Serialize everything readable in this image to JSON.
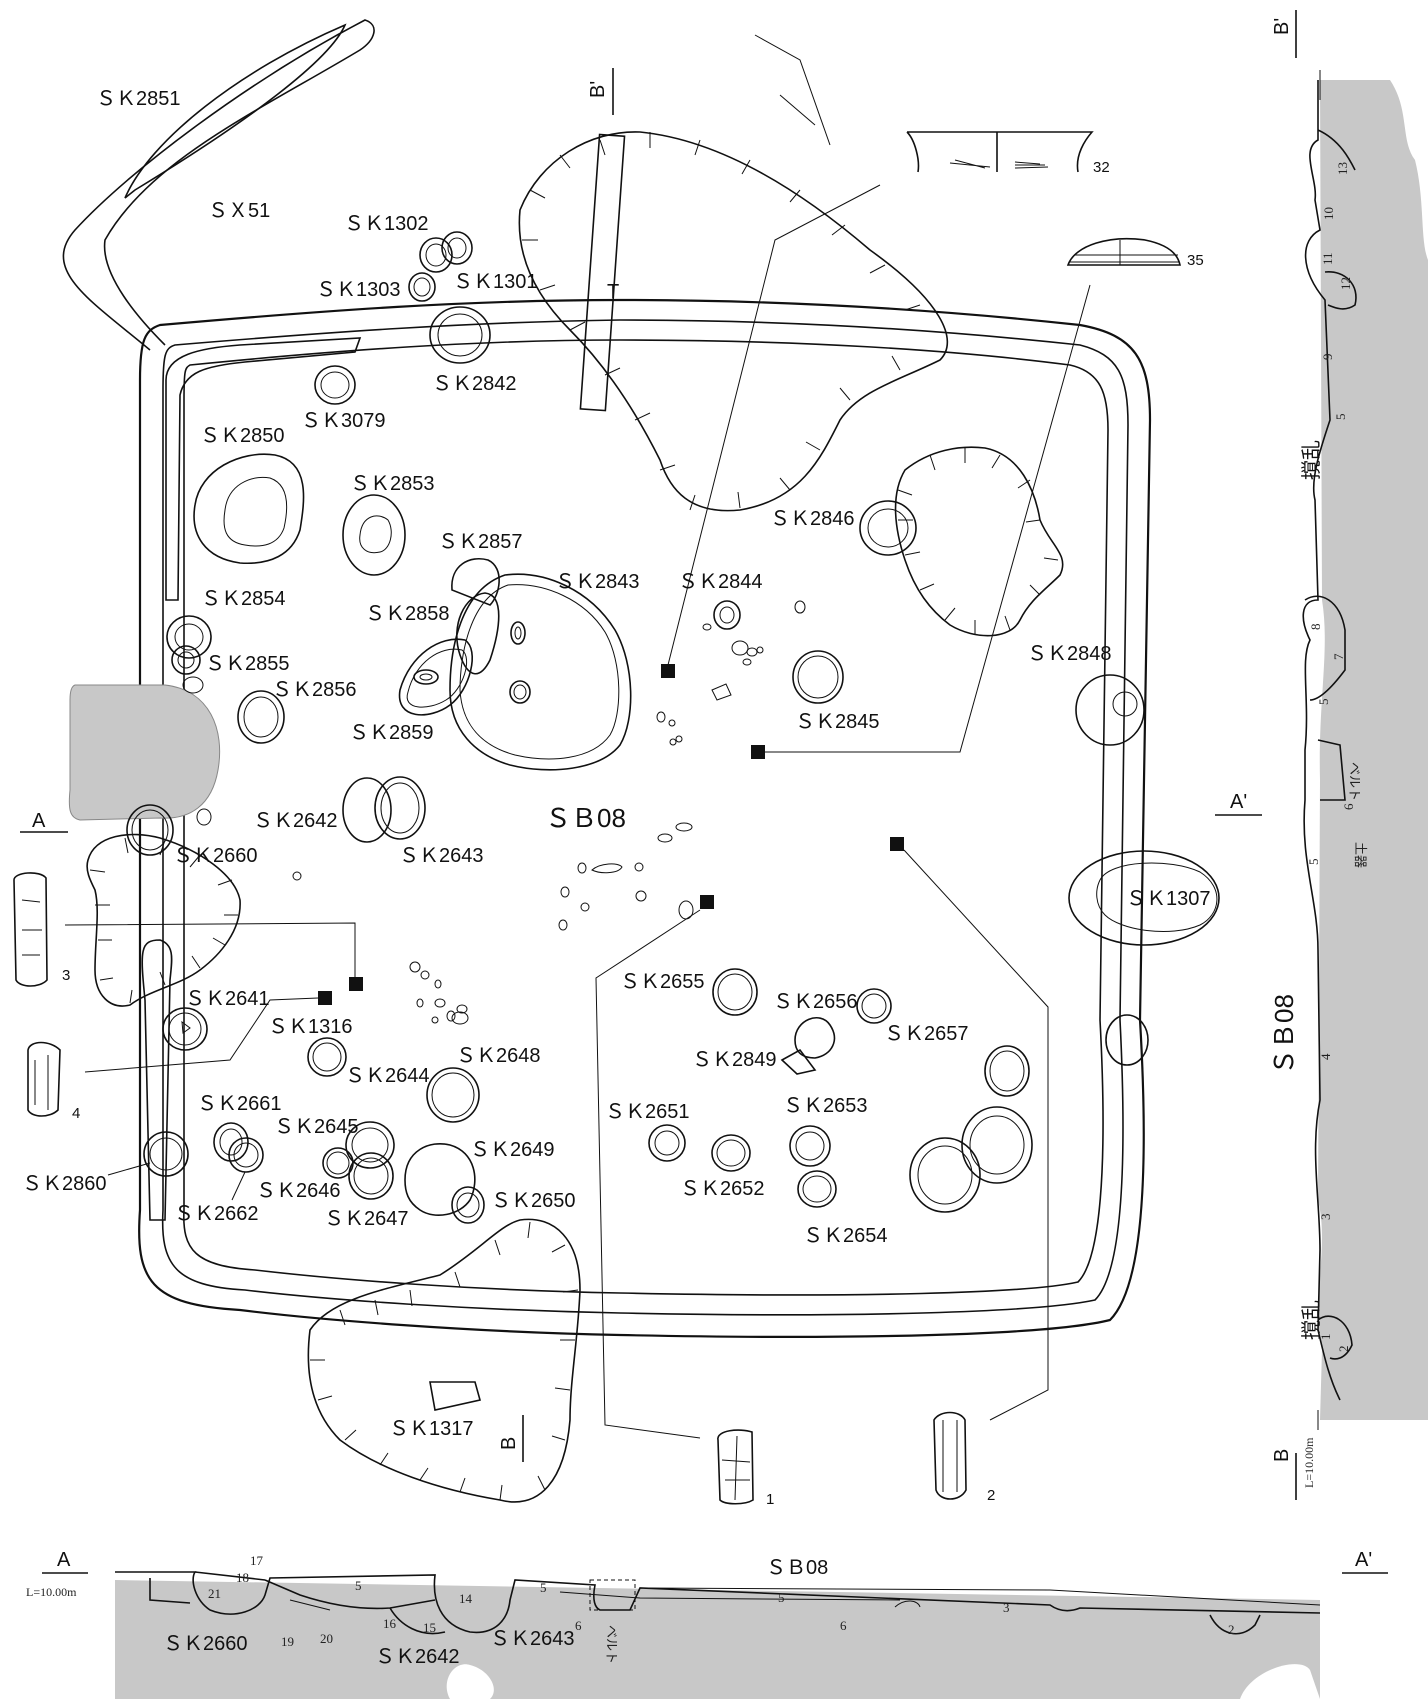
{
  "structure_label": "ＳＢ08",
  "features": {
    "sk2851": "ＳＫ2851",
    "sx51": "ＳＸ51",
    "sk1302": "ＳＫ1302",
    "sk1303": "ＳＫ1303",
    "sk1301": "ＳＫ1301",
    "sk2842": "ＳＫ2842",
    "sk3079": "ＳＫ3079",
    "sk2850": "ＳＫ2850",
    "sk2853": "ＳＫ2853",
    "sk2857": "ＳＫ2857",
    "sk2843": "ＳＫ2843",
    "sk2844": "ＳＫ2844",
    "sk2846": "ＳＫ2846",
    "sk2854": "ＳＫ2854",
    "sk2858": "ＳＫ2858",
    "sk2855": "ＳＫ2855",
    "sk2856": "ＳＫ2856",
    "sk2859": "ＳＫ2859",
    "sk2848": "ＳＫ2848",
    "sk2845": "ＳＫ2845",
    "sk2642": "ＳＫ2642",
    "sk2643": "ＳＫ2643",
    "sk2660": "ＳＫ2660",
    "sk1307": "ＳＫ1307",
    "sk2641": "ＳＫ2641",
    "sk1316": "ＳＫ1316",
    "sk2655": "ＳＫ2655",
    "sk2656": "ＳＫ2656",
    "sk2657": "ＳＫ2657",
    "sk2849": "ＳＫ2849",
    "sk2648": "ＳＫ2648",
    "sk2644": "ＳＫ2644",
    "sk2661": "ＳＫ2661",
    "sk2645": "ＳＫ2645",
    "sk2651": "ＳＫ2651",
    "sk2653": "ＳＫ2653",
    "sk2649": "ＳＫ2649",
    "sk2860": "ＳＫ2860",
    "sk2646": "ＳＫ2646",
    "sk2652": "ＳＫ2652",
    "sk2650": "ＳＫ2650",
    "sk2662": "ＳＫ2662",
    "sk2647": "ＳＫ2647",
    "sk2654": "ＳＫ2654",
    "sk1317": "ＳＫ1317",
    "trench_t": "T"
  },
  "section_markers": {
    "a": "A",
    "a_prime": "A'",
    "b": "B",
    "b_prime": "B'"
  },
  "finds": {
    "f1": "1",
    "f2": "2",
    "f3": "3",
    "f4": "4",
    "f32": "32",
    "f35": "35"
  },
  "section_a": {
    "title": "ＳＢ08",
    "level": "L=10.00m",
    "features": [
      "ＳＫ2660",
      "ＳＫ2642",
      "ＳＫ2643"
    ],
    "belt": "ベルト",
    "layers": [
      "21",
      "17",
      "18",
      "19",
      "20",
      "5",
      "16",
      "15",
      "14",
      "5",
      "6",
      "5",
      "6",
      "3",
      "2"
    ]
  },
  "section_b": {
    "title": "ＳＢ08",
    "level": "L=10.00m",
    "disturbed": "撹乱",
    "belt": "ベルト",
    "pottery": "土器",
    "layers": [
      "13",
      "10",
      "11",
      "12",
      "9",
      "5",
      "8",
      "7",
      "5",
      "6",
      "5",
      "4",
      "3",
      "1",
      "2"
    ]
  }
}
